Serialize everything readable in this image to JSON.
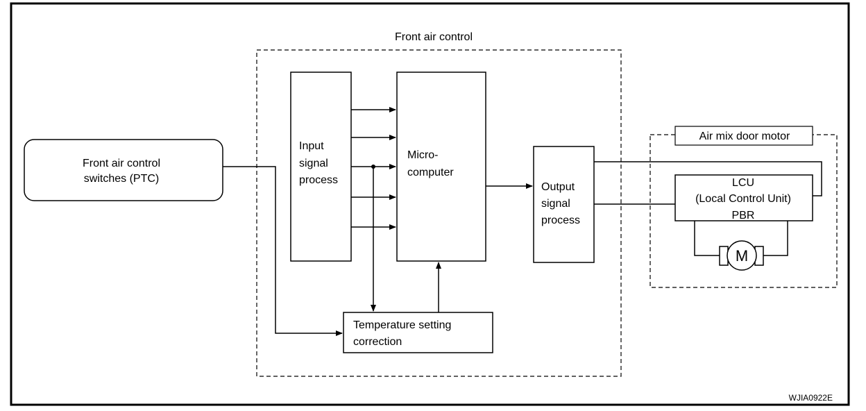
{
  "diagram": {
    "group_front_air_control": "Front air control",
    "switches": {
      "line1": "Front air control",
      "line2": "switches (PTC)"
    },
    "input_block": {
      "line1": "Input",
      "line2": "signal",
      "line3": "process"
    },
    "micro_block": {
      "line1": "Micro-",
      "line2": "computer"
    },
    "output_block": {
      "line1": "Output",
      "line2": "signal",
      "line3": "process"
    },
    "temp_block": {
      "line1": "Temperature  setting",
      "line2": "correction"
    },
    "air_mix_label": "Air  mix  door  motor",
    "lcu": {
      "line1": "LCU",
      "line2": "(Local  Control  Unit)",
      "line3": "PBR"
    },
    "motor_symbol": "M",
    "figure_code": "WJIA0922E"
  }
}
